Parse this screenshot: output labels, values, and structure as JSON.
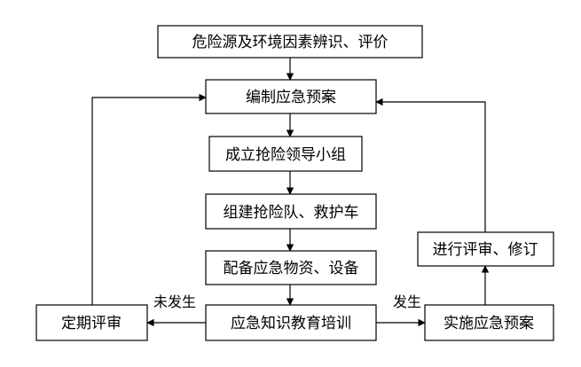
{
  "nodes": {
    "hazard_identification": "危险源及环境因素辨识、评价",
    "compile_plan": "编制应急预案",
    "establish_team": "成立抢险领导小组",
    "form_rescue_team": "组建抢险队、救护车",
    "prepare_supplies": "配备应急物资、设备",
    "training": "应急知识教育培训",
    "periodic_review": "定期评审",
    "implement_plan": "实施应急预案",
    "review_revise": "进行评审、修订"
  },
  "edges": {
    "not_occurred": "未发生",
    "occurred": "发生"
  }
}
